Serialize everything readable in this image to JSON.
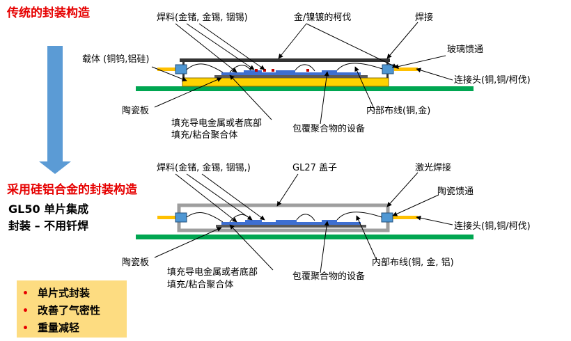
{
  "titles": {
    "traditional": "传统的封装构造",
    "sial": "采用硅铝合金的封装构造"
  },
  "top_labels": {
    "solder": "焊料(金锗, 金锡, 铟锡)",
    "pins": "金/镍镀的柯伐",
    "weld": "焊接",
    "glass": "玻璃馈通",
    "carrier": "载体 (铜钨,铝硅)",
    "connector": "连接头(铜,铜/柯伐)",
    "ceramic": "陶瓷板",
    "wiring": "内部布线(铜,金)",
    "fill1": "填充导电金属或者底部",
    "fill2": "填充/粘合聚合体",
    "device": "包覆聚合物的设备"
  },
  "bottom_labels": {
    "solder": "焊料(金锗, 金锡, 铟锡,)",
    "lid": "GL27 盖子",
    "laser": "激光焊接",
    "ceramic_feed": "陶瓷馈通",
    "gl50_line1": "GL50 单片集成",
    "gl50_line2": "封装 – 不用钎焊",
    "connector": "连接头(铜,铜/柯伐)",
    "ceramic": "陶瓷板",
    "wiring": "内部布线(铜, 金, 铝)",
    "fill1": "填充导电金属或者底部",
    "fill2": "填充/粘合聚合体",
    "device": "包覆聚合物的设备"
  },
  "benefits": [
    {
      "bullet": "•",
      "text": "单片式封装"
    },
    {
      "bullet": "•",
      "text": "改善了气密性"
    },
    {
      "bullet": "•",
      "text": "重量减轻"
    }
  ],
  "colors": {
    "title_red": "#e60000",
    "arrow_blue": "#5b9bd5",
    "board_green": "#00a651",
    "carrier_yellow": "#ffd200",
    "pin_yellow": "#ffc000",
    "feed_blue": "#4f97d3",
    "chip_blue": "#3e6fd1",
    "pad_red": "#c00000",
    "lid_gray": "#9e9e9e",
    "note_bg": "#fddc81"
  }
}
